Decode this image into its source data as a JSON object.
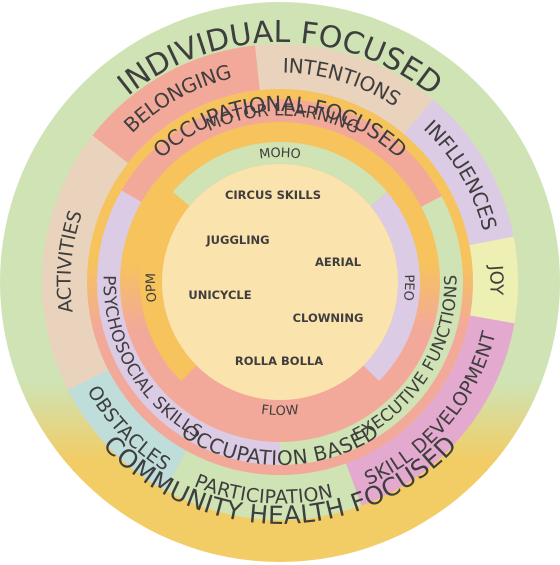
{
  "diagram": {
    "outer_ring": {
      "top_title": "INDIVIDUAL FOCUSED",
      "bottom_title": "COMMUNITY HEALTH FOCUSED",
      "colors": {
        "top": "#cfe3b4",
        "bottom": "#f2cc64"
      }
    },
    "second_ring": {
      "segments": [
        {
          "label": "BELONGING",
          "color": "#f3a99a"
        },
        {
          "label": "INTENTIONS",
          "color": "#ead3bd"
        },
        {
          "label": "INFLUENCES",
          "color": "#dccbe4"
        },
        {
          "label": "JOY",
          "color": "#eef0b3"
        },
        {
          "label": "SKILL DEVELOPMENT",
          "color": "#e4a9cf"
        },
        {
          "label": "PARTICIPATION",
          "color": "#cfe3b4"
        },
        {
          "label": "OBSTACLES",
          "color": "#bfdedb"
        },
        {
          "label": "ACTIVITIES",
          "color": "#ead3bd"
        }
      ]
    },
    "third_ring": {
      "top_title": "OCCUPATIONAL FOCUSED",
      "bottom_title": "OCCUPATION BASED",
      "colors": {
        "top": "#f6c35c",
        "bottom": "#f3a99a"
      }
    },
    "fourth_ring": {
      "segments": [
        {
          "label": "MOTOR LEARNING",
          "color": "#f3a99a"
        },
        {
          "label": "EXECUTIVE FUNCTIONS",
          "color": "#cfe3b4"
        },
        {
          "label": "PSYCHOSOCIAL SKILLS",
          "color": "#dccbe4"
        }
      ]
    },
    "fifth_ring": {
      "segments": [
        {
          "label": "MOHO",
          "color": "#cfe3b4"
        },
        {
          "label": "PEO",
          "color": "#dccbe4"
        },
        {
          "label": "FLOW",
          "color": "#f3a99a"
        },
        {
          "label": "OPM",
          "color": "#f6c35c"
        }
      ]
    },
    "center": {
      "color": "#fbe3ae",
      "items": [
        "CIRCUS SKILLS",
        "JUGGLING",
        "AERIAL",
        "UNICYCLE",
        "CLOWNING",
        "ROLLA BOLLA"
      ]
    },
    "text_color": "#3e3e3e"
  }
}
